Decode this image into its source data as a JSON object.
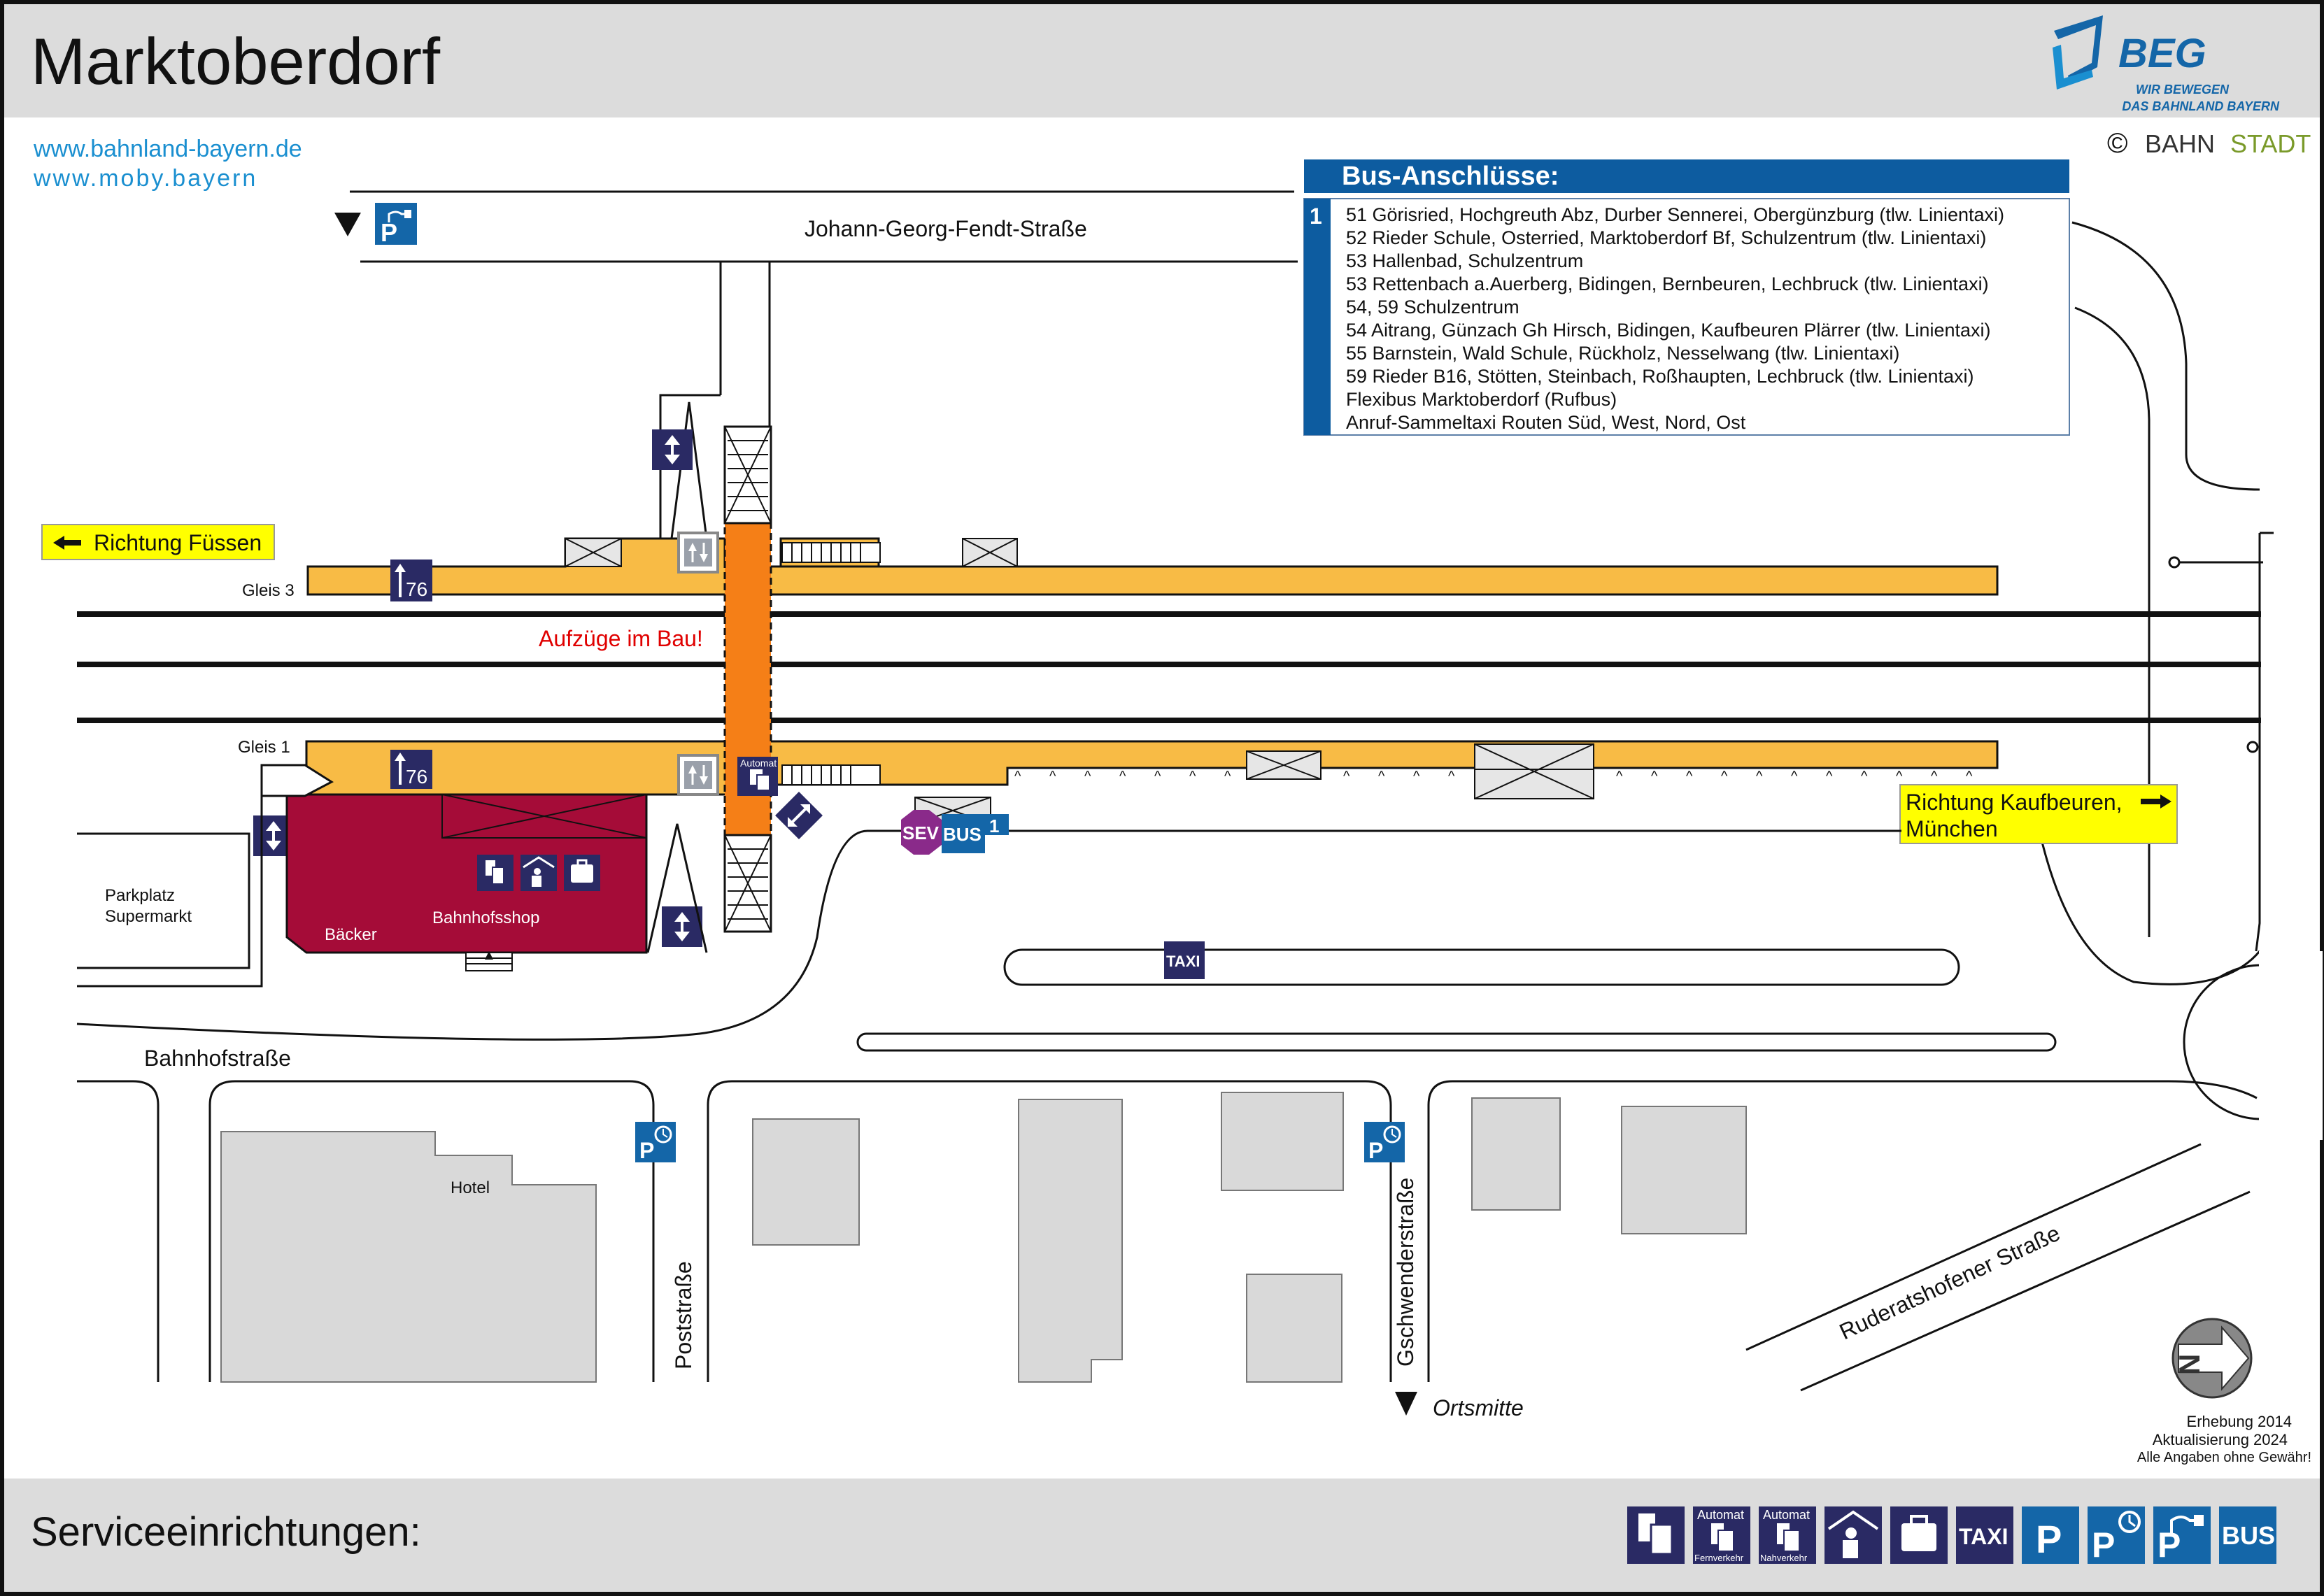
{
  "header": {
    "title": "Marktoberdorf",
    "logo": {
      "brand": "BEG",
      "tagline_1": "WIR BEWEGEN",
      "tagline_2": "DAS BAHNLAND BAYERN"
    }
  },
  "links": [
    "www.bahnland-bayern.de",
    "www.moby.bayern"
  ],
  "copyright": {
    "symbol": "©",
    "part1": "BAHN",
    "part2": "STADT"
  },
  "bus_box": {
    "title": "Bus-Anschlüsse:",
    "stop_number": "1",
    "lines": [
      "51 Görisried, Hochgreuth Abz, Durber Sennerei, Obergünzburg (tlw. Linientaxi)",
      "52 Rieder Schule, Osterried, Marktoberdorf Bf, Schulzentrum (tlw. Linientaxi)",
      "53 Hallenbad, Schulzentrum",
      "53 Rettenbach a.Auerberg, Bidingen, Bernbeuren, Lechbruck (tlw. Linientaxi)",
      "54, 59 Schulzentrum",
      "54 Aitrang, Günzach Gh Hirsch, Bidingen, Kaufbeuren Plärrer (tlw. Linientaxi)",
      "55 Barnstein, Wald Schule, Rückholz, Nesselwang (tlw. Linientaxi)",
      "59 Rieder B16, Stötten, Steinbach, Roßhaupten, Lechbruck (tlw. Linientaxi)",
      "Flexibus Marktoberdorf (Rufbus)",
      "Anruf-Sammeltaxi Routen Süd, West, Nord, Ost"
    ]
  },
  "map": {
    "streets": {
      "johann_georg": "Johann-Georg-Fendt-Straße",
      "bahnhof": "Bahnhofstraße",
      "post": "Poststraße",
      "gschwender": "Gschwenderstraße",
      "ruderatshofener": "Ruderatshofener Straße"
    },
    "direction_fuessen": "Richtung Füssen",
    "direction_kaufbeuren_1": "Richtung Kaufbeuren,",
    "direction_kaufbeuren_2": "München",
    "track_3": "Gleis 3",
    "track_1": "Gleis 1",
    "platform_height_3": "76",
    "platform_height_1": "76",
    "construction_note": "Aufzüge im Bau!",
    "automat_label": "Automat",
    "parking_supermarket_1": "Parkplatz",
    "parking_supermarket_2": "Supermarkt",
    "baker": "Bäcker",
    "station_shop": "Bahnhofsshop",
    "hotel": "Hotel",
    "town_center": "Ortsmitte",
    "sev": "SEV",
    "bus": "BUS",
    "bus_stop_number": "1",
    "taxi": "TAXI",
    "parking_p": "P"
  },
  "survey": {
    "line1": "Erhebung 2014",
    "line2": "Aktualisierung 2024",
    "line3": "Alle Angaben ohne Gewähr!"
  },
  "footer": {
    "label": "Serviceeinrichtungen:",
    "icons": [
      {
        "name": "ticket-machine-icon",
        "text": ""
      },
      {
        "name": "ticket-machine-long-distance-icon",
        "top": "Automat",
        "bottom": "Fernverkehr"
      },
      {
        "name": "ticket-machine-regional-icon",
        "top": "Automat",
        "bottom": "Nahverkehr"
      },
      {
        "name": "waiting-room-icon",
        "text": ""
      },
      {
        "name": "luggage-locker-icon",
        "text": ""
      },
      {
        "name": "taxi-icon",
        "text": "TAXI"
      },
      {
        "name": "parking-icon",
        "text": "P"
      },
      {
        "name": "short-term-parking-icon",
        "text": "P"
      },
      {
        "name": "ev-charging-parking-icon",
        "text": "P"
      },
      {
        "name": "bus-icon",
        "text": "BUS"
      }
    ]
  },
  "colors": {
    "header_bg": "#dcdcdc",
    "platform": "#f8bb45",
    "footbridge": "#f57f17",
    "shop": "#a50c38",
    "navy": "#2a2a64",
    "blue": "#1466a8",
    "bus_box": "#0d5ca0",
    "yellow_sign": "#ffff00",
    "link": "#1a8fd0",
    "alert": "#e00000",
    "building": "#d9d9d9",
    "sev": "#8a2a8a"
  }
}
